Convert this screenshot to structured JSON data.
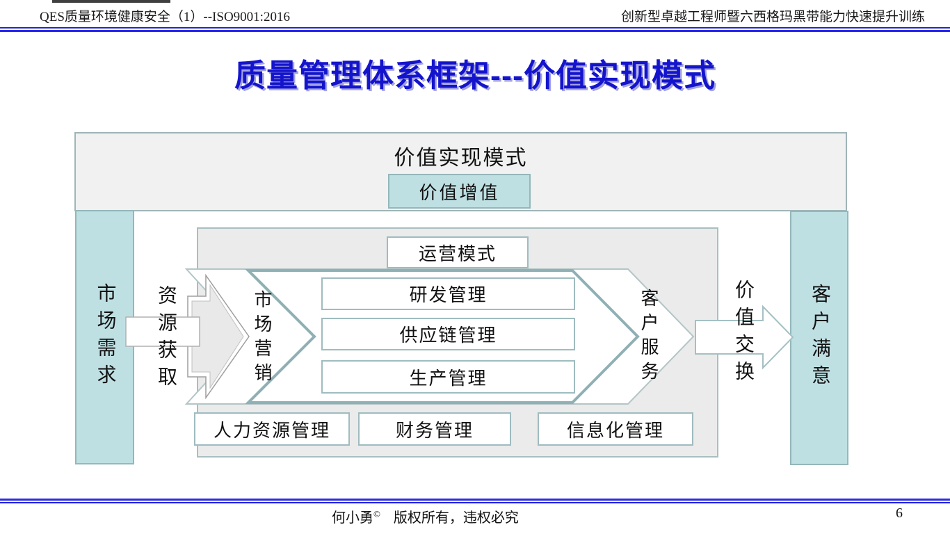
{
  "header": {
    "left": "QES质量环境健康安全（1）--ISO9001:2016",
    "right": "创新型卓越工程师暨六西格玛黑带能力快速提升训练"
  },
  "title": "质量管理体系框架---价值实现模式",
  "diagram": {
    "top_band_label": "价值实现模式",
    "value_add_label": "价值增值",
    "market_demand_label": "市场需求",
    "customer_satisfaction_label": "客户满意",
    "resource_label": "资源获取",
    "marketing_label": "市场营销",
    "operation_model_label": "运营模式",
    "process_boxes": [
      "研发管理",
      "供应链管理",
      "生产管理"
    ],
    "customer_service_label": "客户服务",
    "value_exchange_label": "价值交换",
    "support_boxes": [
      "人力资源管理",
      "财务管理",
      "信息化管理"
    ]
  },
  "footer": {
    "author": "何小勇",
    "copyright_mark": "©",
    "copyright_text": "版权所有，违权必究",
    "page_number": "6"
  },
  "colors": {
    "teal_fill": "#bfe0e3",
    "teal_border": "#8fb0b4",
    "inner_gray": "#ebebeb",
    "band_gray": "#f1f1f1",
    "title_blue": "#1414cd",
    "rule_blue": "#2a2ae6"
  }
}
